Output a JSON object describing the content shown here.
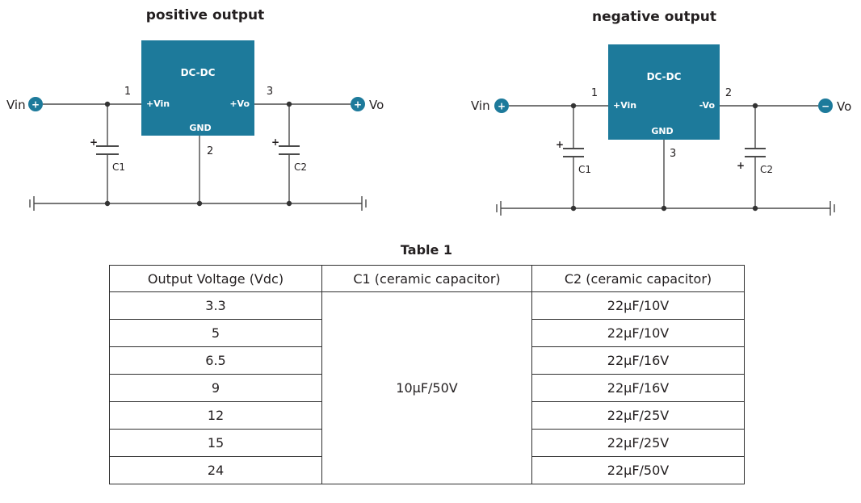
{
  "colors": {
    "teal": "#1d7a9b",
    "line": "#4a4a4a",
    "text": "#231f20"
  },
  "diagrams": {
    "positive": {
      "title": "positive output",
      "chip": "DC-DC",
      "pin_in": "+Vin",
      "pin_out": "+Vo",
      "gnd": "GND",
      "pin_in_num": "1",
      "pin_out_num": "3",
      "gnd_num": "2",
      "vin": "Vin",
      "vin_sign": "+",
      "vo": "Vo",
      "vo_sign": "+",
      "c1": "C1",
      "c1_sign": "+",
      "c2": "C2",
      "c2_sign": "+"
    },
    "negative": {
      "title": "negative output",
      "chip": "DC-DC",
      "pin_in": "+Vin",
      "pin_out": "-Vo",
      "gnd": "GND",
      "pin_in_num": "1",
      "pin_out_num": "2",
      "gnd_num": "3",
      "vin": "Vin",
      "vin_sign": "+",
      "vo": "Vo",
      "vo_sign": "−",
      "c1": "C1",
      "c1_sign": "+",
      "c2": "C2",
      "c2_sign": "+"
    }
  },
  "table": {
    "title": "Table 1",
    "headers": [
      "Output Voltage (Vdc)",
      "C1 (ceramic capacitor)",
      "C2 (ceramic capacitor)"
    ],
    "c1_value": "10µF/50V",
    "rows": [
      {
        "voltage": "3.3",
        "c2": "22µF/10V"
      },
      {
        "voltage": "5",
        "c2": "22µF/10V"
      },
      {
        "voltage": "6.5",
        "c2": "22µF/16V"
      },
      {
        "voltage": "9",
        "c2": "22µF/16V"
      },
      {
        "voltage": "12",
        "c2": "22µF/25V"
      },
      {
        "voltage": "15",
        "c2": "22µF/25V"
      },
      {
        "voltage": "24",
        "c2": "22µF/50V"
      }
    ]
  }
}
